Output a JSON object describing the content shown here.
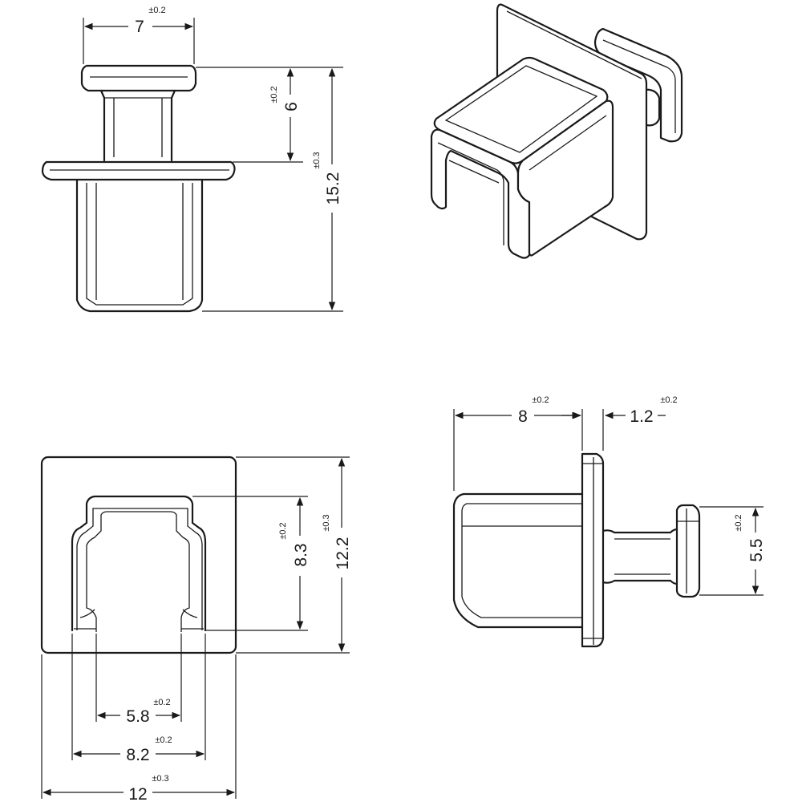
{
  "views": {
    "top_view": {
      "width_dim": {
        "value": "7",
        "tolerance": "±0.2"
      },
      "stem_dim": {
        "value": "6",
        "tolerance": "±0.2"
      },
      "length_dim": {
        "value": "15.2",
        "tolerance": "±0.3"
      }
    },
    "front_view": {
      "inner_width_dim": {
        "value": "5.8",
        "tolerance": "±0.2"
      },
      "outer_width_dim": {
        "value": "8.2",
        "tolerance": "±0.2"
      },
      "flange_width_dim": {
        "value": "12",
        "tolerance": "±0.3"
      },
      "inner_height_dim": {
        "value": "8.3",
        "tolerance": "±0.2"
      },
      "flange_height_dim": {
        "value": "12.2",
        "tolerance": "±0.3"
      }
    },
    "side_view": {
      "body_depth_dim": {
        "value": "8",
        "tolerance": "±0.2"
      },
      "flange_thickness_dim": {
        "value": "1.2",
        "tolerance": "±0.2"
      },
      "tab_height_dim": {
        "value": "5.5",
        "tolerance": "±0.2"
      }
    }
  }
}
